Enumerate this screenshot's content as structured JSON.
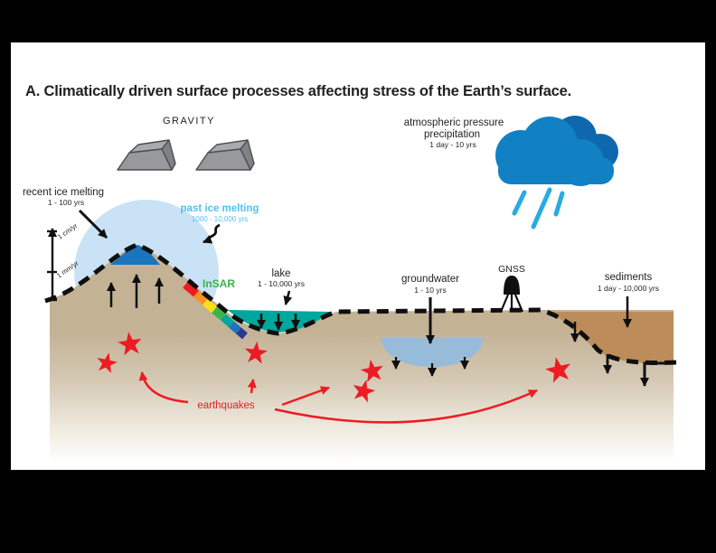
{
  "title": "A. Climatically driven surface processes affecting stress of the Earth’s surface.",
  "gravity": {
    "label": "GRAVITY"
  },
  "atmosphere": {
    "label_line1": "atmospheric pressure",
    "label_line2": "precipitation",
    "timescale": "1 day - 10 yrs"
  },
  "recent_ice": {
    "label": "recent ice melting",
    "timescale": "1 - 100 yrs"
  },
  "past_ice": {
    "label": "past ice melting",
    "timescale": "1000 - 10,000 yrs"
  },
  "velocity_scale": {
    "tick_top": "1 cm/yr",
    "tick_mid": "1 mm/yr"
  },
  "insar": {
    "label": "InSAR"
  },
  "lake": {
    "label": "lake",
    "timescale": "1 - 10,000 yrs"
  },
  "groundwater": {
    "label": "groundwater",
    "timescale": "1 - 10 yrs"
  },
  "gnss": {
    "label": "GNSS"
  },
  "sediments": {
    "label": "sediments",
    "timescale": "1 day - 10,000 yrs"
  },
  "earthquakes": {
    "label": "earthquakes"
  },
  "colors": {
    "background": "#000000",
    "panel": "#ffffff",
    "text": "#231f20",
    "terrain_tan": "#c4b295",
    "sediment_brown": "#bd8c5b",
    "lake_teal": "#00a79d",
    "aquifer_blue": "#97bcd9",
    "ice_dome": "#c9e2f5",
    "ice_cap": "#1b75bc",
    "cloud_main": "#1181c4",
    "cloud_back": "#0f68ae",
    "rain": "#29abe2",
    "quake_red": "#ec1c24",
    "insar_green": "#39b54a",
    "past_ice_blue": "#54c1f0",
    "block_gray_front": "#97999c",
    "block_gray_top": "#a8aaad",
    "block_gray_side": "#808285",
    "rainbow": {
      "r": "#ed1c24",
      "o": "#f7941d",
      "y": "#ffde17",
      "g": "#39b54a",
      "t": "#00a79d",
      "b": "#1b75bc",
      "n": "#2b3990"
    }
  }
}
